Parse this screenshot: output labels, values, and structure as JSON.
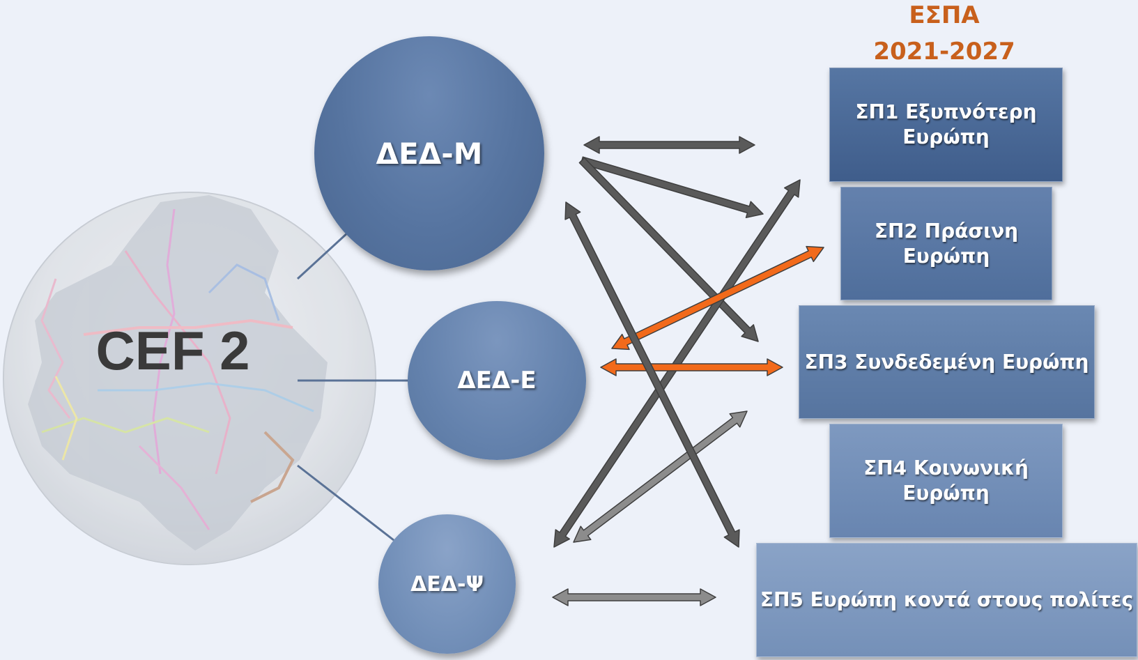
{
  "espa_title": "ΕΣΠΑ\n2021-2027",
  "cef_label": "CEF 2",
  "networks": {
    "m": "ΔΕΔ-Μ",
    "e": "ΔΕΔ-Ε",
    "psi": "ΔΕΔ-Ψ"
  },
  "objectives": [
    "ΣΠ1 Εξυπνότερη Ευρώπη",
    "ΣΠ2 Πράσινη Ευρώπη",
    "ΣΠ3 Συνδεδεμένη Ευρώπη",
    "ΣΠ4 Κοινωνική Ευρώπη",
    "ΣΠ5 Ευρώπη κοντά στους πολίτες"
  ],
  "colors": {
    "title_orange": "#c8601c",
    "arrow_dark": "#5a5a5a",
    "arrow_light": "#8c8c8c",
    "arrow_orange": "#f26a1b",
    "connector": "#5a7296"
  }
}
